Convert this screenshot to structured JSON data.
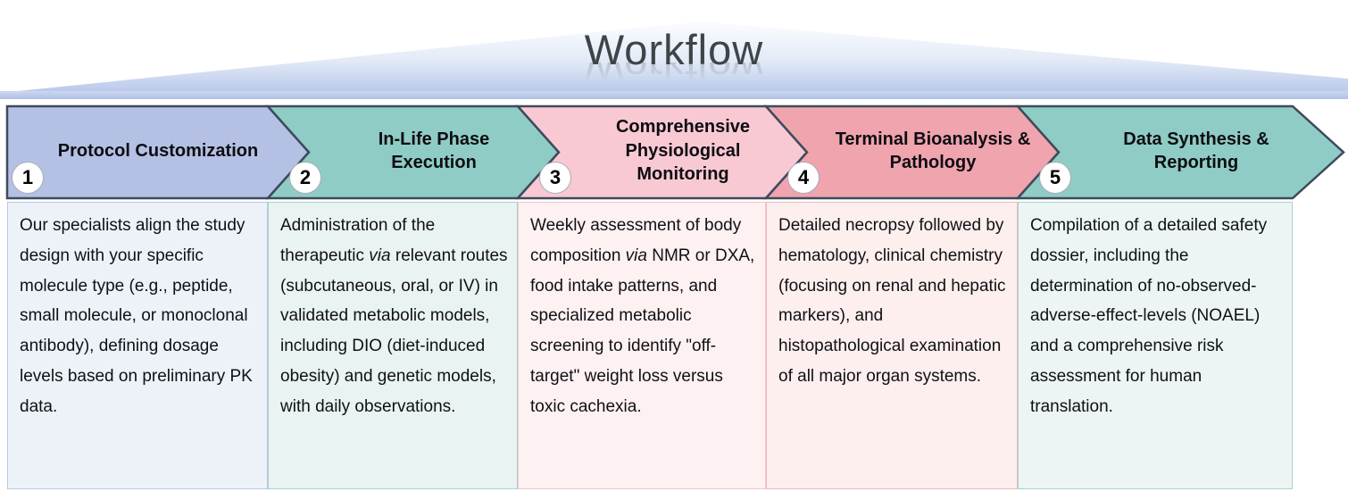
{
  "title": "Workflow",
  "colors": {
    "title_text": "#3f4449",
    "arrow_outline": "#3e4a5c"
  },
  "steps": [
    {
      "number": "1",
      "label": "Protocol Customization",
      "colors": {
        "header": "#b4c1e4",
        "body": "#edf2f9",
        "border": "#b9c7e2"
      },
      "description": [
        {
          "text": "Our specialists align the study design with your specific molecule type (e.g., peptide, small molecule, or monoclonal antibody), defining dosage levels based on preliminary PK data."
        }
      ]
    },
    {
      "number": "2",
      "label": "In-Life Phase Execution",
      "colors": {
        "header": "#8fccc5",
        "body": "#e9f3f1",
        "border": "#a7d4ce"
      },
      "description": [
        {
          "text": "Administration of the therapeutic "
        },
        {
          "text": "via",
          "italic": true
        },
        {
          "text": " relevant routes (subcutaneous, oral, or IV) in validated metabolic models, including DIO (diet-induced obesity) and genetic models, with daily observations."
        }
      ]
    },
    {
      "number": "3",
      "label": "Comprehensive Physiological Monitoring",
      "colors": {
        "header": "#f8c9d3",
        "body": "#fdf1f2",
        "border": "#f2c6d0"
      },
      "description": [
        {
          "text": "Weekly assessment of body composition "
        },
        {
          "text": "via",
          "italic": true
        },
        {
          "text": " NMR or DXA, food intake patterns, and specialized metabolic screening to identify \"off-target\" weight loss versus toxic cachexia."
        }
      ]
    },
    {
      "number": "4",
      "label": "Terminal Bioanalysis & Pathology",
      "colors": {
        "header": "#efa4ae",
        "body": "#fcefee",
        "border": "#eeb8bd"
      },
      "description": [
        {
          "text": "Detailed necropsy followed by hematology, clinical chemistry (focusing on renal and hepatic markers), and histopathological examination of all major organ systems."
        }
      ]
    },
    {
      "number": "5",
      "label": "Data Synthesis & Reporting",
      "colors": {
        "header": "#8fccc5",
        "body": "#ecf5f3",
        "border": "#a7d4ce"
      },
      "description": [
        {
          "text": "Compilation of a detailed safety dossier, including the determination of no-observed-adverse-effect-levels (NOAEL) and a comprehensive risk assessment for human translation."
        }
      ]
    }
  ]
}
